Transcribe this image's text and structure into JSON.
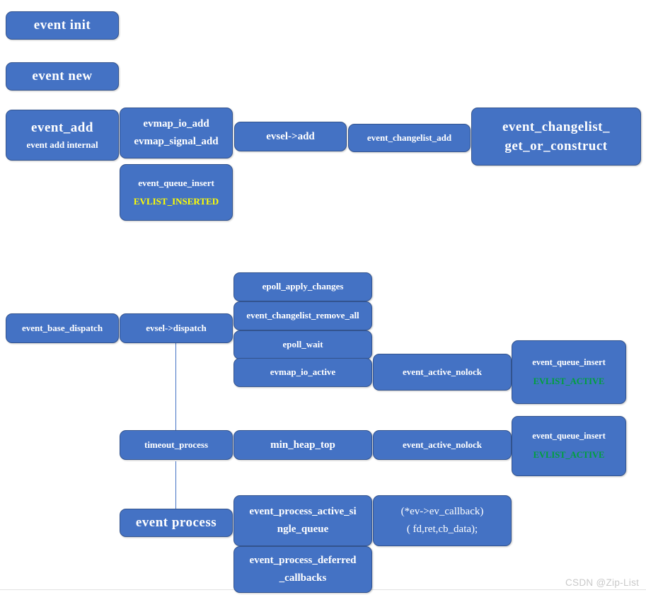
{
  "diagram": {
    "title": "libevent event flow diagram",
    "colors": {
      "box_fill": "#4472C4",
      "box_border": "#33548f",
      "box_text": "#FFFFFF",
      "highlight_yellow": "#FFFF00",
      "highlight_green": "#00A03C",
      "background": "#FFFFFF",
      "watermark": "#C9C9C9"
    },
    "nodes": {
      "event_init": "event  init",
      "event_new": "event  new",
      "event_add": "event_add",
      "event_add_internal": "event  add  internal",
      "evmap_io_add": "evmap_io_add",
      "evmap_signal_add": "evmap_signal_add",
      "event_queue_insert_1": "event_queue_insert",
      "evlist_inserted": "EVLIST_INSERTED",
      "evsel_add": "evsel->add",
      "event_changelist_add": "event_changelist_add",
      "event_changelist_get_or_construct_line1": "event_changelist_",
      "event_changelist_get_or_construct_line2": "get_or_construct",
      "event_base_dispatch": "event_base_dispatch",
      "evsel_dispatch": "evsel->dispatch",
      "epoll_apply_changes": "epoll_apply_changes",
      "event_changelist_remove_all": "event_changelist_remove_all",
      "epoll_wait": "epoll_wait",
      "evmap_io_active": "evmap_io_active",
      "event_active_nolock_1": "event_active_nolock",
      "event_queue_insert_2": "event_queue_insert",
      "evlist_active_1": "EVLIST_ACTIVE",
      "timeout_process": "timeout_process",
      "min_heap_top": "min_heap_top",
      "event_active_nolock_2": "event_active_nolock",
      "event_queue_insert_3": "event_queue_insert",
      "evlist_active_2": "EVLIST_ACTIVE",
      "event_process": "event  process",
      "event_process_active_single_queue_line1": "event_process_active_si",
      "event_process_active_single_queue_line2": "ngle_queue",
      "ev_callback_line1": "(*ev->ev_callback)",
      "ev_callback_line2": "( fd,ret,cb_data);",
      "event_process_deferred_callbacks_line1": "event_process_deferred",
      "event_process_deferred_callbacks_line2": "_callbacks"
    },
    "watermark": "CSDN @Zip-List"
  }
}
